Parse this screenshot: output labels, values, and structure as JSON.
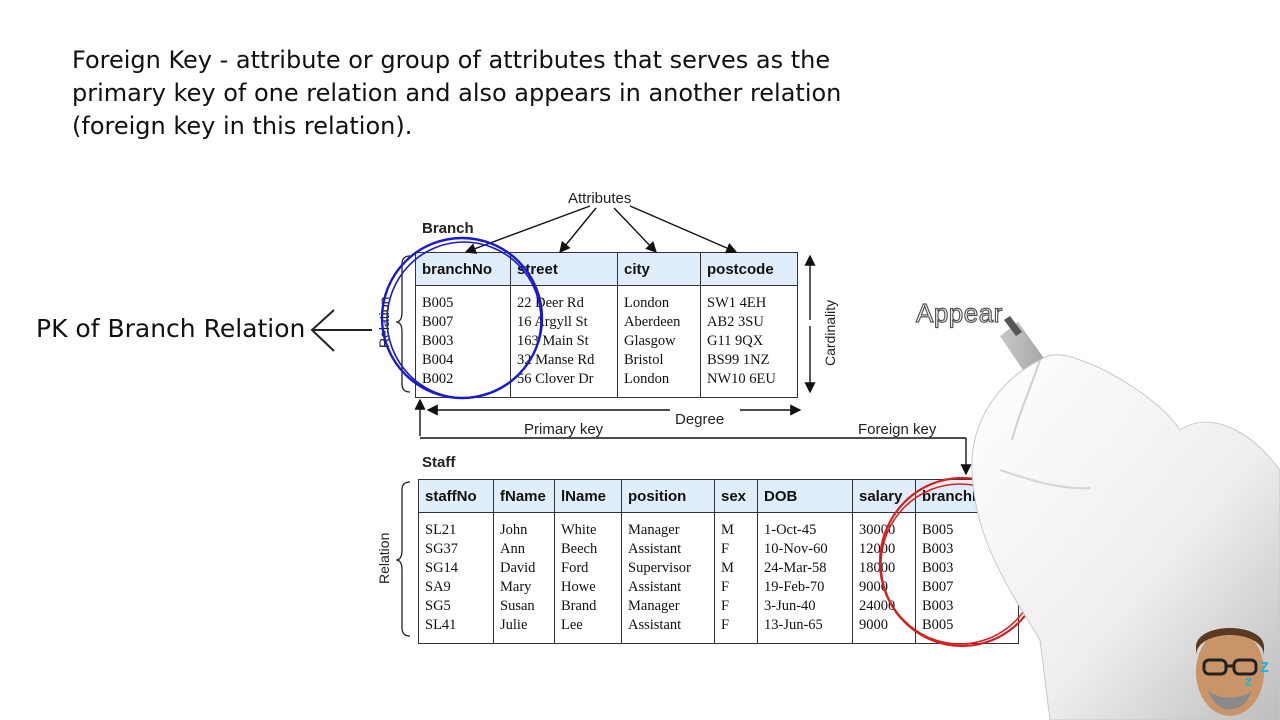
{
  "definition": {
    "line1": "Foreign Key - attribute or group of attributes that serves as the",
    "line2": "primary key of one relation and also appears in another relation",
    "line3": "(foreign key in this relation)."
  },
  "pk_label": "PK of Branch Relation",
  "handwriting": "Appear",
  "branch": {
    "name": "Branch",
    "columns": [
      "branchNo",
      "street",
      "city",
      "postcode"
    ],
    "rows": [
      [
        "B005",
        "22 Deer Rd",
        "London",
        "SW1 4EH"
      ],
      [
        "B007",
        "16 Argyll St",
        "Aberdeen",
        "AB2 3SU"
      ],
      [
        "B003",
        "163 Main St",
        "Glasgow",
        "G11 9QX"
      ],
      [
        "B004",
        "32 Manse Rd",
        "Bristol",
        "BS99 1NZ"
      ],
      [
        "B002",
        "56 Clover Dr",
        "London",
        "NW10 6EU"
      ]
    ]
  },
  "staff": {
    "name": "Staff",
    "columns": [
      "staffNo",
      "fName",
      "lName",
      "position",
      "sex",
      "DOB",
      "salary",
      "branchNo"
    ],
    "rows": [
      [
        "SL21",
        "John",
        "White",
        "Manager",
        "M",
        "1-Oct-45",
        "30000",
        "B005"
      ],
      [
        "SG37",
        "Ann",
        "Beech",
        "Assistant",
        "F",
        "10-Nov-60",
        "12000",
        "B003"
      ],
      [
        "SG14",
        "David",
        "Ford",
        "Supervisor",
        "M",
        "24-Mar-58",
        "18000",
        "B003"
      ],
      [
        "SA9",
        "Mary",
        "Howe",
        "Assistant",
        "F",
        "19-Feb-70",
        "9000",
        "B007"
      ],
      [
        "SG5",
        "Susan",
        "Brand",
        "Manager",
        "F",
        "3-Jun-40",
        "24000",
        "B003"
      ],
      [
        "SL41",
        "Julie",
        "Lee",
        "Assistant",
        "F",
        "13-Jun-65",
        "9000",
        "B005"
      ]
    ]
  },
  "labels": {
    "attributes": "Attributes",
    "relation": "Relation",
    "cardinality": "Cardinality",
    "degree": "Degree",
    "primary_key": "Primary key",
    "foreign_key": "Foreign key"
  },
  "colors": {
    "header_bg": "#dfeefa",
    "pk_circle": "#1a1acc",
    "fk_circle": "#d42020"
  }
}
